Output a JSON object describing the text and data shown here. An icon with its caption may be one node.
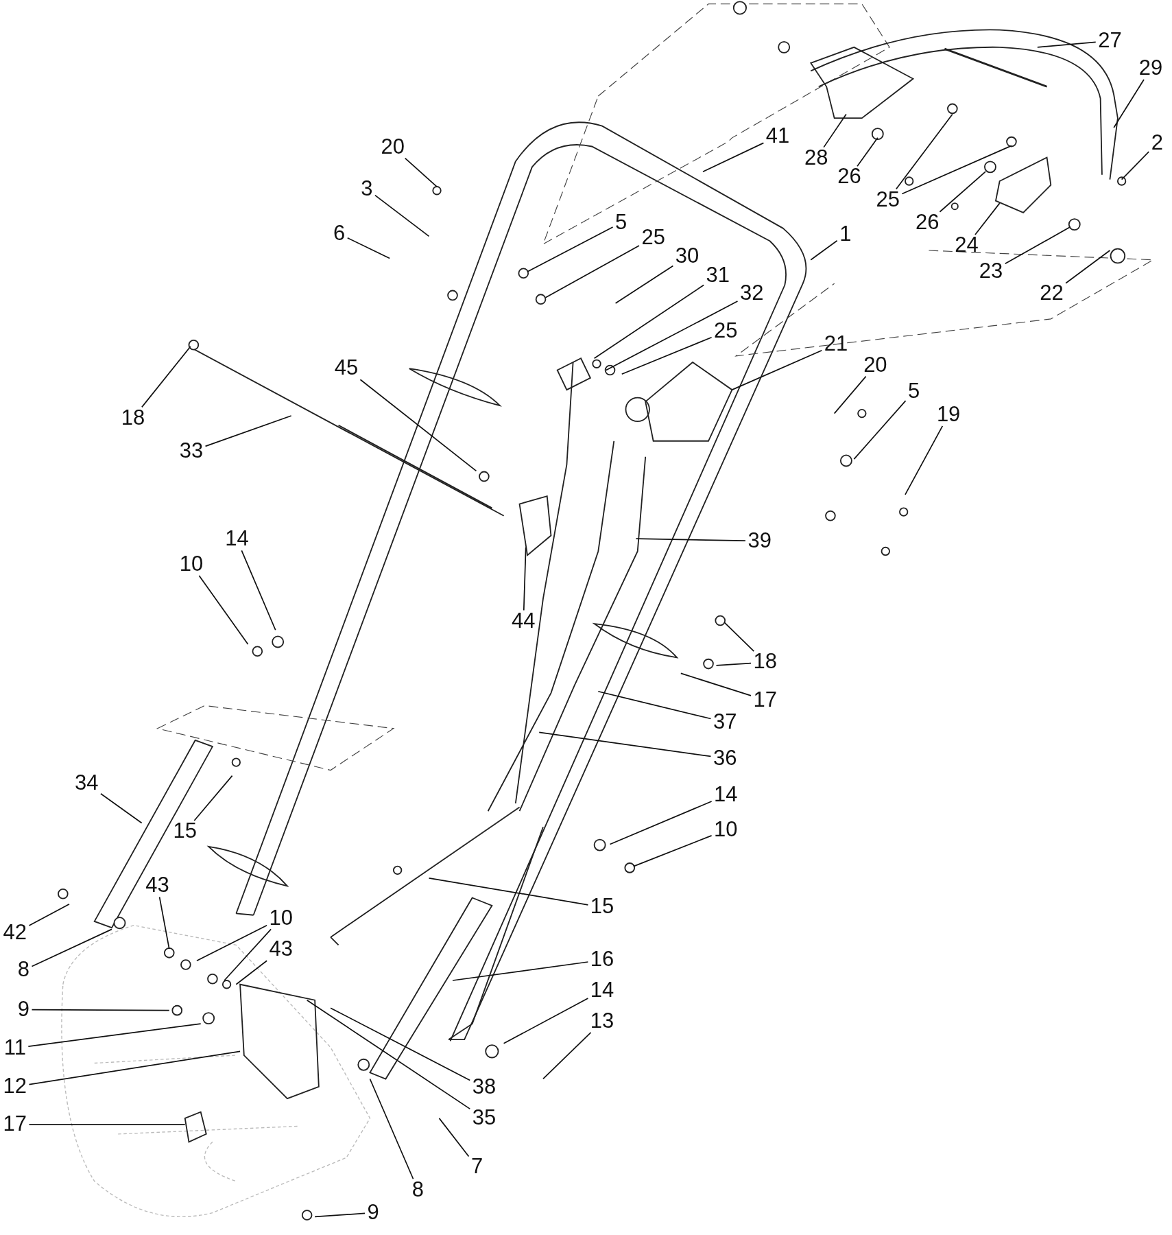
{
  "diagram": {
    "nodes": [
      {
        "text": [
          "20"
        ]
      },
      {
        "text": [
          "3"
        ]
      },
      {
        "text": [
          "6"
        ]
      },
      {
        "text": [
          "5"
        ]
      },
      {
        "text": [
          "25"
        ]
      },
      {
        "text": [
          "30"
        ]
      },
      {
        "text": [
          "31"
        ]
      },
      {
        "text": [
          "32"
        ]
      },
      {
        "text": [
          "25"
        ]
      },
      {
        "text": [
          "41"
        ]
      },
      {
        "text": [
          "1"
        ]
      },
      {
        "text": [
          "27"
        ]
      },
      {
        "text": [
          "29"
        ]
      },
      {
        "text": [
          "2"
        ]
      },
      {
        "text": [
          "28"
        ]
      },
      {
        "text": [
          "26"
        ]
      },
      {
        "text": [
          "25"
        ]
      },
      {
        "text": [
          "26"
        ]
      },
      {
        "text": [
          "24"
        ]
      },
      {
        "text": [
          "23"
        ]
      },
      {
        "text": [
          "22"
        ]
      },
      {
        "text": [
          "21"
        ]
      },
      {
        "text": [
          "20"
        ]
      },
      {
        "text": [
          "5"
        ]
      },
      {
        "text": [
          "19"
        ]
      },
      {
        "text": [
          "18"
        ]
      },
      {
        "text": [
          "33"
        ]
      },
      {
        "text": [
          "45"
        ]
      },
      {
        "text": [
          "44"
        ]
      },
      {
        "text": [
          "39"
        ]
      },
      {
        "text": [
          "14"
        ]
      },
      {
        "text": [
          "10"
        ]
      },
      {
        "text": [
          "18"
        ]
      },
      {
        "text": [
          "17"
        ]
      },
      {
        "text": [
          "37"
        ]
      },
      {
        "text": [
          "36"
        ]
      },
      {
        "text": [
          "14"
        ]
      },
      {
        "text": [
          "10"
        ]
      },
      {
        "text": [
          "34"
        ]
      },
      {
        "text": [
          "15"
        ]
      },
      {
        "text": [
          "15"
        ]
      },
      {
        "text": [
          "43"
        ]
      },
      {
        "text": [
          "42"
        ]
      },
      {
        "text": [
          "10"
        ]
      },
      {
        "text": [
          "8"
        ]
      },
      {
        "text": [
          "43"
        ]
      },
      {
        "text": [
          "16"
        ]
      },
      {
        "text": [
          "14"
        ]
      },
      {
        "text": [
          "13"
        ]
      },
      {
        "text": [
          "9"
        ]
      },
      {
        "text": [
          "11"
        ]
      },
      {
        "text": [
          "12"
        ]
      },
      {
        "text": [
          "38"
        ]
      },
      {
        "text": [
          "35"
        ]
      },
      {
        "text": [
          "17"
        ]
      },
      {
        "text": [
          "8"
        ]
      },
      {
        "text": [
          "7"
        ]
      },
      {
        "text": [
          "9"
        ]
      }
    ],
    "edges": [
      {
        "from": 0,
        "to": null,
        "arrow": "none"
      },
      {
        "from": 1,
        "to": null,
        "arrow": "none"
      },
      {
        "from": 2,
        "to": null,
        "arrow": "none"
      },
      {
        "from": 3,
        "to": null,
        "arrow": "none"
      },
      {
        "from": 4,
        "to": null,
        "arrow": "none"
      },
      {
        "from": 5,
        "to": null,
        "arrow": "none"
      },
      {
        "from": 6,
        "to": null,
        "arrow": "none"
      },
      {
        "from": 7,
        "to": null,
        "arrow": "none"
      },
      {
        "from": 8,
        "to": null,
        "arrow": "none"
      },
      {
        "from": 9,
        "to": null,
        "arrow": "none"
      },
      {
        "from": 10,
        "to": null,
        "arrow": "none"
      },
      {
        "from": 11,
        "to": null,
        "arrow": "none"
      },
      {
        "from": 12,
        "to": null,
        "arrow": "none"
      },
      {
        "from": 13,
        "to": null,
        "arrow": "none"
      },
      {
        "from": 14,
        "to": null,
        "arrow": "none"
      },
      {
        "from": 15,
        "to": null,
        "arrow": "none"
      },
      {
        "from": 16,
        "to": null,
        "arrow": "none"
      },
      {
        "from": 16,
        "to": null,
        "arrow": "none"
      },
      {
        "from": 17,
        "to": null,
        "arrow": "none"
      },
      {
        "from": 18,
        "to": null,
        "arrow": "none"
      },
      {
        "from": 19,
        "to": null,
        "arrow": "none"
      },
      {
        "from": 20,
        "to": null,
        "arrow": "none"
      },
      {
        "from": 21,
        "to": null,
        "arrow": "none"
      },
      {
        "from": 22,
        "to": null,
        "arrow": "none"
      },
      {
        "from": 23,
        "to": null,
        "arrow": "none"
      },
      {
        "from": 24,
        "to": null,
        "arrow": "none"
      },
      {
        "from": 25,
        "to": null,
        "arrow": "none"
      },
      {
        "from": 26,
        "to": null,
        "arrow": "none"
      },
      {
        "from": 27,
        "to": null,
        "arrow": "none"
      },
      {
        "from": 28,
        "to": null,
        "arrow": "none"
      },
      {
        "from": 29,
        "to": null,
        "arrow": "none"
      },
      {
        "from": 30,
        "to": null,
        "arrow": "none"
      },
      {
        "from": 31,
        "to": null,
        "arrow": "none"
      },
      {
        "from": 32,
        "to": null,
        "arrow": "none"
      },
      {
        "from": 32,
        "to": null,
        "arrow": "none"
      },
      {
        "from": 33,
        "to": null,
        "arrow": "none"
      },
      {
        "from": 34,
        "to": null,
        "arrow": "none"
      },
      {
        "from": 35,
        "to": null,
        "arrow": "none"
      },
      {
        "from": 36,
        "to": null,
        "arrow": "none"
      },
      {
        "from": 37,
        "to": null,
        "arrow": "none"
      },
      {
        "from": 38,
        "to": null,
        "arrow": "none"
      },
      {
        "from": 39,
        "to": null,
        "arrow": "none"
      },
      {
        "from": 40,
        "to": null,
        "arrow": "none"
      },
      {
        "from": 41,
        "to": null,
        "arrow": "none"
      },
      {
        "from": 42,
        "to": null,
        "arrow": "none"
      },
      {
        "from": 43,
        "to": null,
        "arrow": "none"
      },
      {
        "from": 43,
        "to": null,
        "arrow": "none"
      },
      {
        "from": 44,
        "to": null,
        "arrow": "none"
      },
      {
        "from": 45,
        "to": null,
        "arrow": "none"
      },
      {
        "from": 46,
        "to": null,
        "arrow": "none"
      },
      {
        "from": 47,
        "to": null,
        "arrow": "none"
      },
      {
        "from": 48,
        "to": null,
        "arrow": "none"
      },
      {
        "from": 49,
        "to": null,
        "arrow": "none"
      },
      {
        "from": 50,
        "to": null,
        "arrow": "none"
      },
      {
        "from": 51,
        "to": null,
        "arrow": "none"
      },
      {
        "from": 52,
        "to": null,
        "arrow": "none"
      },
      {
        "from": 53,
        "to": null,
        "arrow": "none"
      },
      {
        "from": 54,
        "to": null,
        "arrow": "none"
      },
      {
        "from": 55,
        "to": null,
        "arrow": "none"
      },
      {
        "from": 56,
        "to": null,
        "arrow": "none"
      },
      {
        "from": 57,
        "to": null,
        "arrow": "none"
      }
    ]
  }
}
